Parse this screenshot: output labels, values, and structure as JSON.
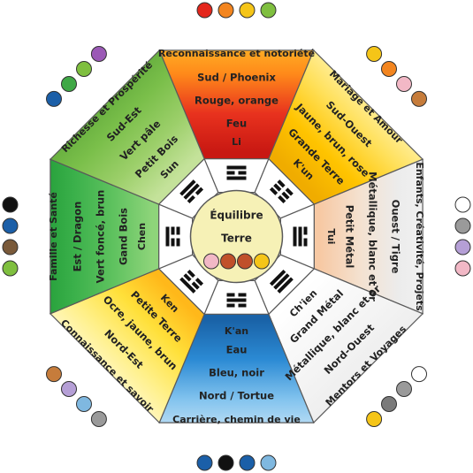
{
  "center": {
    "label_1": "Équilibre",
    "label_2": "Terre",
    "fill": "#f6f1b6",
    "dots": [
      "#f2b8c6",
      "#c0502a",
      "#c0502a",
      "#f5c518"
    ]
  },
  "sectors": [
    {
      "id": "north",
      "lines": [
        "Reconnaissance et notoriété",
        "Sud / Phoenix",
        "Rouge, orange",
        "Feu",
        "Li"
      ],
      "gradient": [
        "#ffc12a",
        "#ff8a1a",
        "#e8321e",
        "#c81812"
      ],
      "dots": [
        "#e4261c",
        "#f3851f",
        "#f5c518",
        "#7fbf3f"
      ]
    },
    {
      "id": "north-east",
      "lines": [
        "Mariage et Amour",
        "Sud-Ouest",
        "Jaune, brun, rose",
        "Grande Terre",
        "K'un"
      ],
      "gradient": [
        "#fff3b0",
        "#ffe05a",
        "#ffc400",
        "#f0ac00"
      ],
      "dots": [
        "#f5c518",
        "#f3851f",
        "#f2b8c6",
        "#c67c3b"
      ]
    },
    {
      "id": "east",
      "lines": [
        "Enfants, Créativité, Projets",
        "Ouest / Tigre",
        "Métallique, blanc et or",
        "Petit Métal",
        "Tui"
      ],
      "gradient": [
        "#f4f4f4",
        "#ececec",
        "#f4e1cf",
        "#f7c9a4"
      ],
      "dots": [
        "#ffffff",
        "#9a9a9a",
        "#b59fd6",
        "#f2b8c6"
      ]
    },
    {
      "id": "south-east",
      "lines": [
        "Mentors et Voyages",
        "Nord-Ouest",
        "Métallique, blanc et or",
        "Grand Métal",
        "Ch'ien"
      ],
      "gradient": [
        "#ececec",
        "#f2f2f2",
        "#f8f8f8",
        "#ffffff"
      ],
      "dots": [
        "#ffffff",
        "#9a9a9a",
        "#7a7a7a",
        "#f5c518"
      ]
    },
    {
      "id": "south",
      "lines": [
        "Carrière, chemin de vie",
        "Nord / Tortue",
        "Bleu, noir",
        "Eau",
        "K'an"
      ],
      "gradient": [
        "#cfe7f7",
        "#82c3ee",
        "#2b8ad4",
        "#1a63a8"
      ],
      "dots": [
        "#7fb8e0",
        "#1b5fa8",
        "#111111",
        "#1b5fa8"
      ]
    },
    {
      "id": "south-west",
      "lines": [
        "Connaissance et savoir",
        "Nord-Est",
        "Ocre, jaune, brun",
        "Petite Terre",
        "Ken"
      ],
      "gradient": [
        "#fff9d6",
        "#fff08a",
        "#ffe03a",
        "#ffb81a"
      ],
      "dots": [
        "#9a9a9a",
        "#7fb8e0",
        "#b59fd6",
        "#c67c3b"
      ]
    },
    {
      "id": "west",
      "lines": [
        "Famille et Santé",
        "Est / Dragon",
        "Vert foncé, brun",
        "Gand Bois",
        "Chen"
      ],
      "gradient": [
        "#1f9a35",
        "#3ab04a",
        "#5fc25f",
        "#8ed47a"
      ],
      "dots": [
        "#7fbf3f",
        "#7a5a3a",
        "#1b5fa8",
        "#111111"
      ]
    },
    {
      "id": "north-west",
      "lines": [
        "Richesse et Prospérité",
        "Sud-Est",
        "Vert pâle",
        "Petit Bois",
        "Sun"
      ],
      "gradient": [
        "#5fa83a",
        "#7abf4a",
        "#9ccf6a",
        "#c4e29a"
      ],
      "dots": [
        "#1b5fa8",
        "#3fa845",
        "#7fbf3f",
        "#9b59b6"
      ]
    }
  ]
}
